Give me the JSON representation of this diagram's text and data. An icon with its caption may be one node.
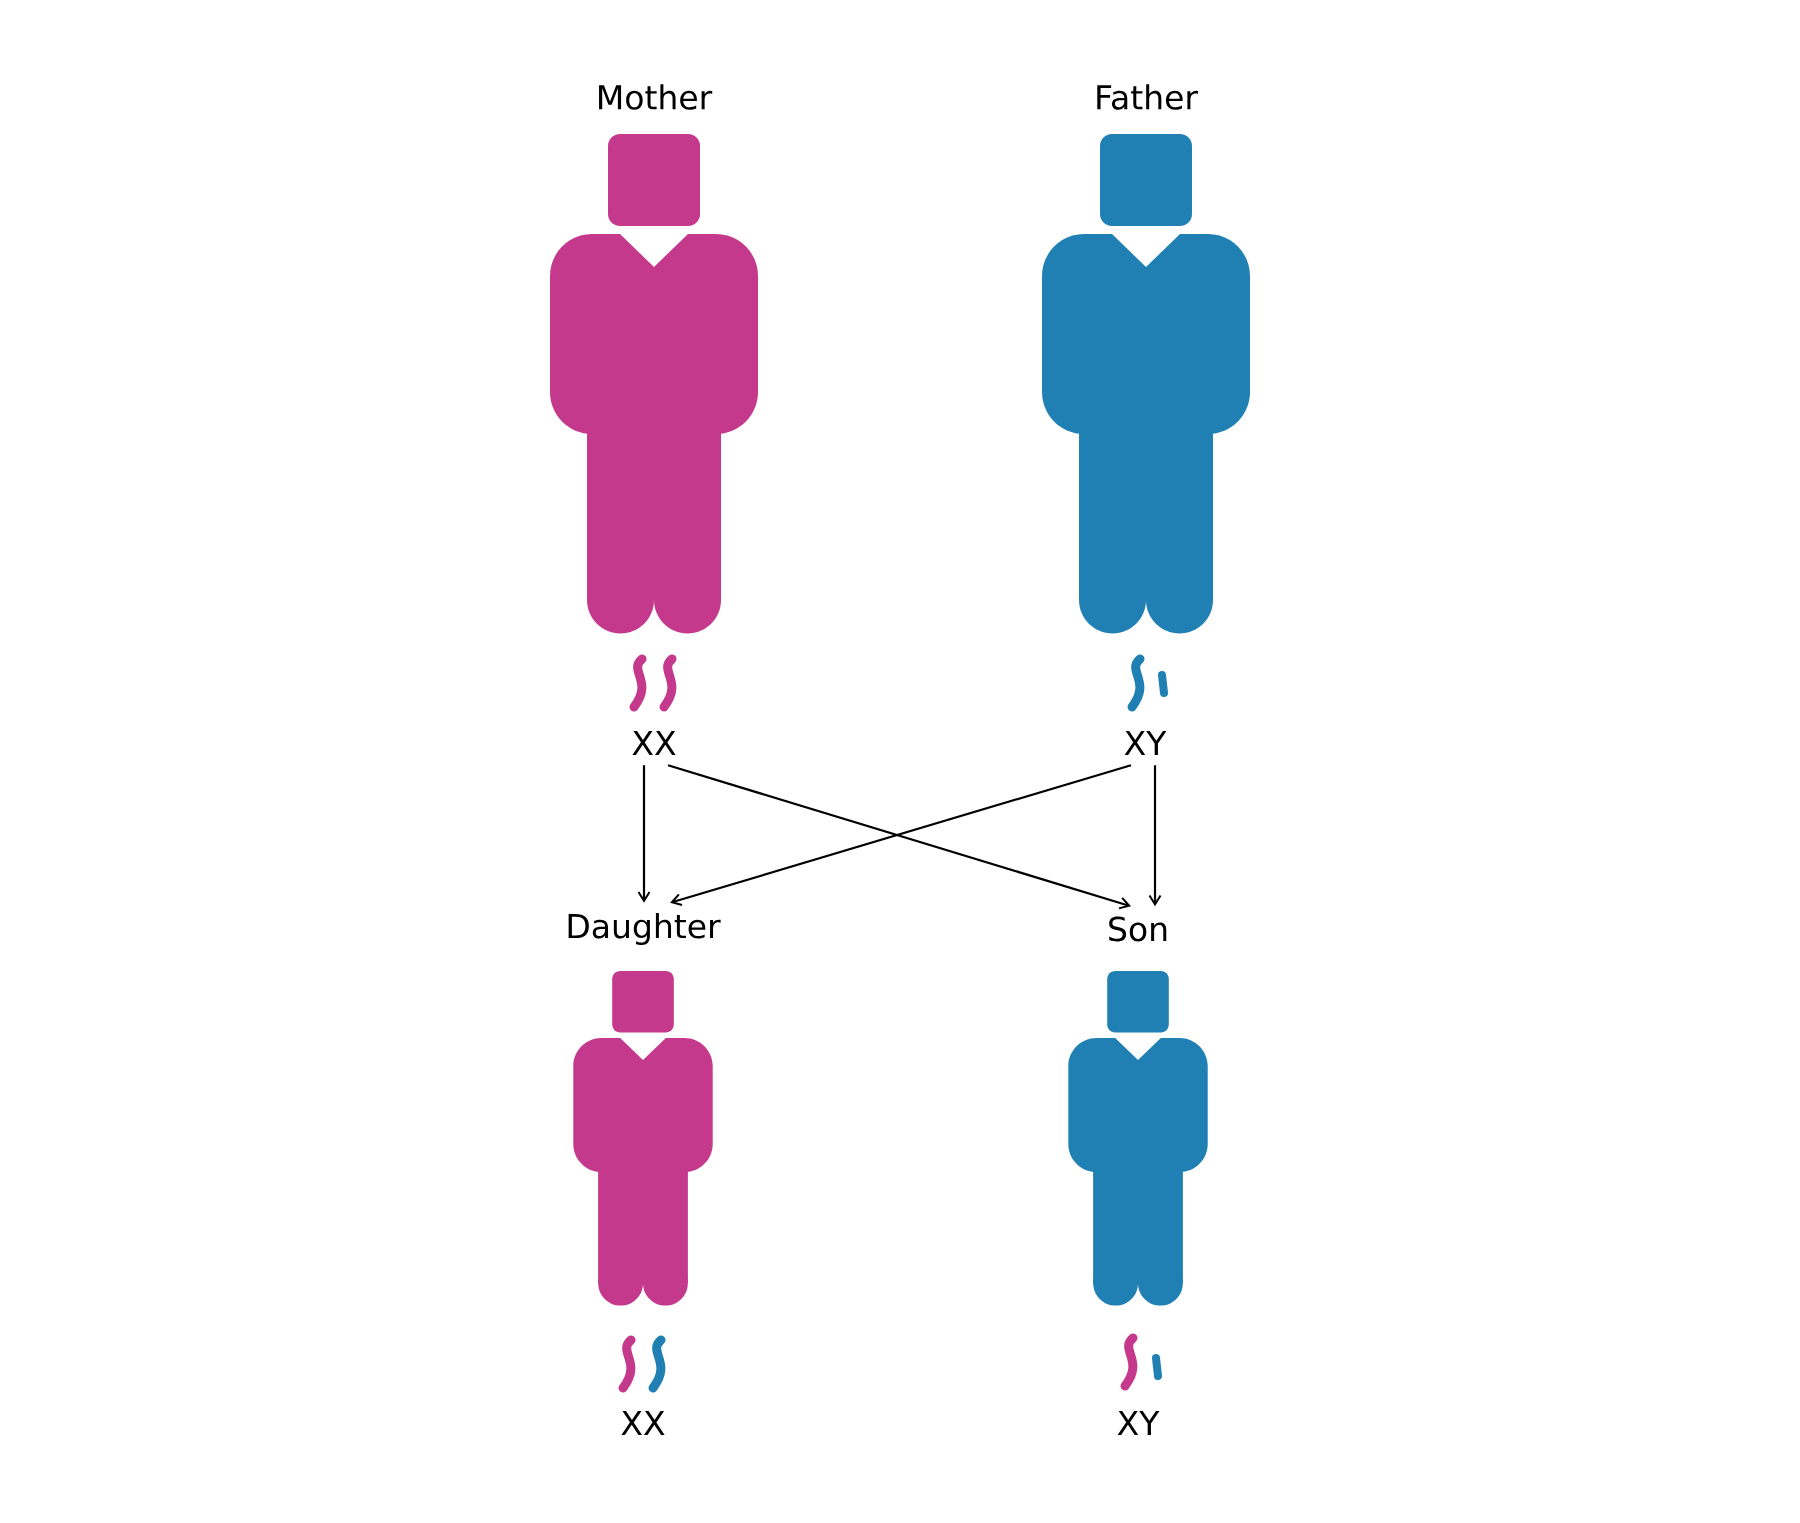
{
  "diagram": {
    "nodes": [
      {
        "text": [
          "Mother"
        ]
      },
      {
        "text": [
          "Father"
        ]
      },
      {
        "text": [
          "XX"
        ]
      },
      {
        "text": [
          "XY"
        ]
      },
      {
        "text": [
          "Daughter"
        ]
      },
      {
        "text": [
          "Son"
        ]
      },
      {
        "text": [
          "XX"
        ]
      },
      {
        "text": [
          "XY"
        ]
      }
    ],
    "edges": [
      {
        "from": 2,
        "to": 4,
        "arrow": "to"
      },
      {
        "from": 2,
        "to": 5,
        "arrow": "to"
      },
      {
        "from": 3,
        "to": 4,
        "arrow": "to"
      },
      {
        "from": 3,
        "to": 5,
        "arrow": "to"
      }
    ]
  }
}
